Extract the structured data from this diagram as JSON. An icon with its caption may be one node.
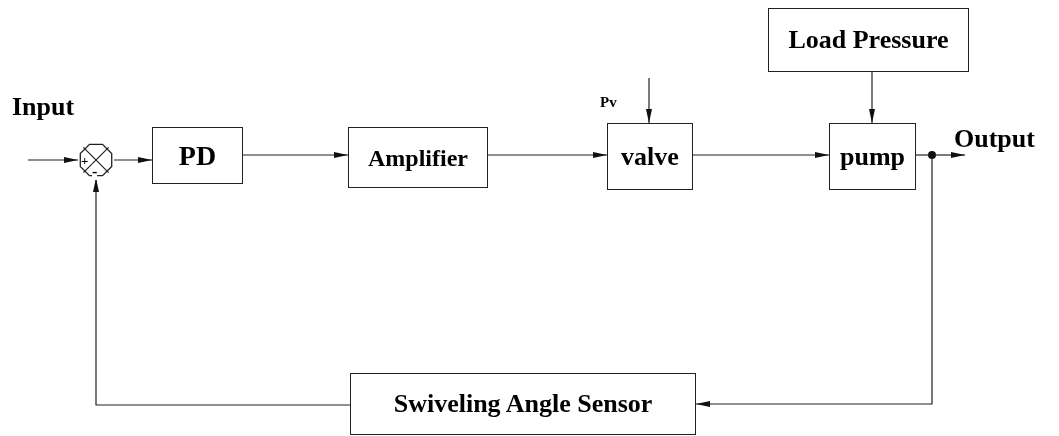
{
  "diagram": {
    "nodes": [
      {
        "text": [
          "+",
          "-"
        ]
      },
      {
        "text": [
          "PD"
        ]
      },
      {
        "text": [
          "Amplifier"
        ]
      },
      {
        "text": [
          "valve"
        ]
      },
      {
        "text": [
          "Load Pressure"
        ]
      },
      {
        "text": [
          "pump"
        ]
      },
      {
        "text": [],
        "shape": "circle"
      },
      {
        "text": [
          "Swiveling Angle Sensor"
        ]
      },
      {
        "text": [
          "Output"
        ]
      }
    ],
    "edges": [
      {
        "from": null,
        "to": 0,
        "arrow": "to"
      },
      {
        "from": 0,
        "to": 1,
        "arrow": "to"
      },
      {
        "from": 1,
        "to": 2,
        "arrow": "to"
      },
      {
        "from": 2,
        "to": 3,
        "arrow": "to"
      },
      {
        "from": null,
        "to": 3,
        "arrow": "to"
      },
      {
        "from": 4,
        "to": 5,
        "arrow": "to"
      },
      {
        "from": 3,
        "to": 5,
        "arrow": "to"
      },
      {
        "from": 5,
        "to": 6,
        "arrow": "none"
      },
      {
        "from": 6,
        "to": 8,
        "arrow": "to"
      },
      {
        "from": 6,
        "to": 7,
        "arrow": "to"
      },
      {
        "from": 7,
        "to": 0,
        "arrow": "to"
      }
    ],
    "labels": [
      "Input",
      "Pv"
    ]
  }
}
